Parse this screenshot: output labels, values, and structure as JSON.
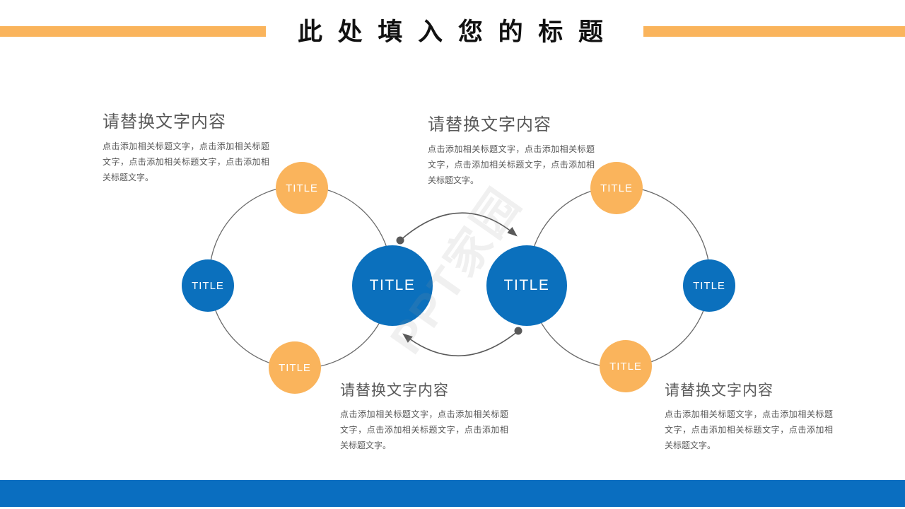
{
  "slide": {
    "title": "此 处 填 入 您 的 标 题"
  },
  "watermark": "PPT家园",
  "colors": {
    "accent_orange": "#FAB45C",
    "node_blue": "#0B70BD",
    "bottom_bar_blue": "#0A6EC0",
    "text_gray": "#595959",
    "line_gray": "#595959",
    "title_black": "#111111"
  },
  "diagram": {
    "circles": [
      {
        "id": "left-top-orange",
        "label": "TITLE"
      },
      {
        "id": "left-blue",
        "label": "TITLE"
      },
      {
        "id": "left-bottom-orange",
        "label": "TITLE"
      },
      {
        "id": "center-left-blue",
        "label": "TITLE"
      },
      {
        "id": "center-right-blue",
        "label": "TITLE"
      },
      {
        "id": "right-top-orange",
        "label": "TITLE"
      },
      {
        "id": "right-blue",
        "label": "TITLE"
      },
      {
        "id": "right-bottom-orange",
        "label": "TITLE"
      }
    ]
  },
  "text_blocks": [
    {
      "heading": "请替换文字内容",
      "body": "点击添加相关标题文字，点击添加相关标题文字，点击添加相关标题文字，点击添加相关标题文字。"
    },
    {
      "heading": "请替换文字内容",
      "body": "点击添加相关标题文字，点击添加相关标题文字，点击添加相关标题文字，点击添加相关标题文字。"
    },
    {
      "heading": "请替换文字内容",
      "body": "点击添加相关标题文字，点击添加相关标题文字，点击添加相关标题文字，点击添加相关标题文字。"
    },
    {
      "heading": "请替换文字内容",
      "body": "点击添加相关标题文字，点击添加相关标题文字，点击添加相关标题文字，点击添加相关标题文字。"
    }
  ]
}
